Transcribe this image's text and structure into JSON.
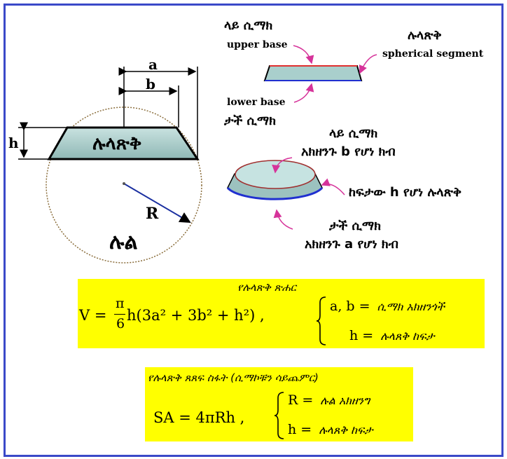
{
  "left_diagram": {
    "label_a": "a",
    "label_b": "b",
    "label_h": "h",
    "label_R": "R",
    "segment_label": "ሉላጽቅ",
    "sphere_label": "ሉል"
  },
  "right_top": {
    "upper_base_am": "ላይ ሲማክ",
    "upper_base_en": "upper base",
    "segment_am": "ሉላጽቅ",
    "segment_en": "spherical segment",
    "lower_base_en": "lower base",
    "lower_base_am": "ታች ሲማክ"
  },
  "right_bottom": {
    "upper_line1": "ላይ ሲማክ",
    "upper_line2": "አክዘንጉ b የሆነ ክብ",
    "height_label": "ከፍታው h የሆነ ሉላጽቅ",
    "lower_line1": "ታች ሲማክ",
    "lower_line2": "አክዘንጉ a የሆነ ክብ"
  },
  "volume_box": {
    "title": "የሉላጽቅ ጽሐር",
    "lhs": "V = ",
    "pi": "π",
    "six": "6",
    "rhs": "h(3a² + 3b² + h²)  ,",
    "def1_var": "a, b  =",
    "def1_text": "ሲማክ አክዘንጎች",
    "def2_var": "h =",
    "def2_text": "ሉላጸቅ ከፍታ"
  },
  "area_box": {
    "title": "የሉላጽቅ ጸጸፍ ስፋት (ሲማኮቹን ሳይጨምር)",
    "formula": "SA = 4πRh   ,",
    "def1_var": "R =",
    "def1_text": "ሉል አክዘንግ",
    "def2_var": "h  =",
    "def2_text": "ሉላጸቅ ከፍታ"
  },
  "colors": {
    "frame": "#3a49c8",
    "highlight": "#ffff00",
    "arrow": "#d6339a",
    "segment_fill": "#a9cfcc"
  }
}
